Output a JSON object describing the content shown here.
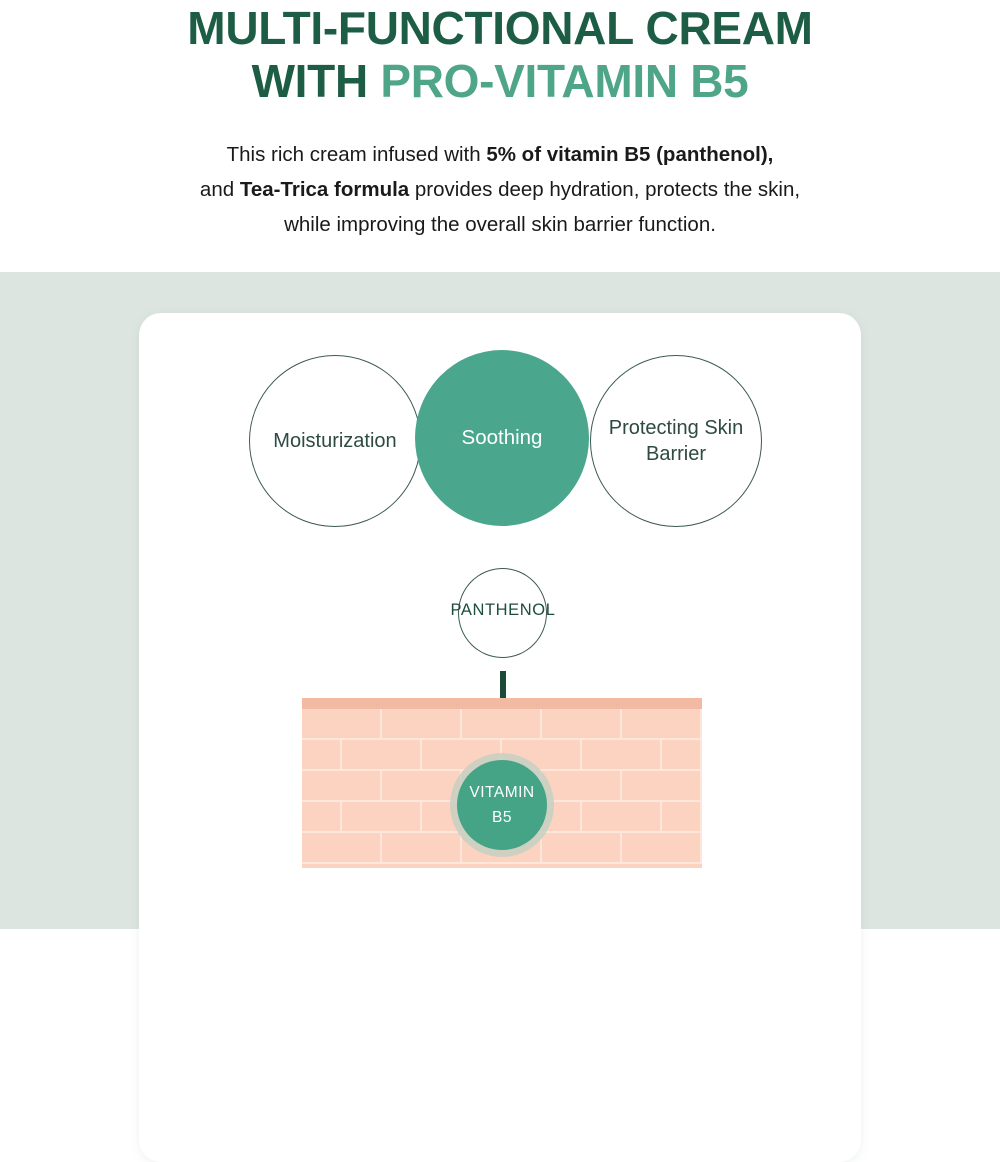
{
  "header": {
    "title_line1": "MULTI-FUNCTIONAL CREAM",
    "title_line2_prefix": "WITH ",
    "title_line2_accent": "PRO-VITAMIN B5",
    "subtitle_line1_a": "This rich cream infused with ",
    "subtitle_line1_bold": "5% of vitamin B5 (panthenol),",
    "subtitle_line2_a": "and ",
    "subtitle_line2_bold": "Tea-Trica formula",
    "subtitle_line2_b": " provides deep hydration, protects the skin,",
    "subtitle_line3": "while improving the overall skin barrier function."
  },
  "diagram": {
    "benefits": [
      {
        "label": "Moisturization",
        "style": "outline"
      },
      {
        "label": "Soothing",
        "style": "filled"
      },
      {
        "label": "Protecting Skin Barrier",
        "style": "outline"
      }
    ],
    "ingredient_label": "PANTHENOL",
    "absorbed_label_line1": "VITAMIN",
    "absorbed_label_line2": "B5",
    "arrow_direction": "down-arrow-icon"
  },
  "colors": {
    "dark_green": "#1d5c45",
    "mint_green": "#4fa588",
    "circle_fill": "#4aa68c",
    "stage_background": "#dde5e1",
    "card_background": "#ffffff",
    "skin_light": "#fcd3c0",
    "skin_top": "#f2b9a3",
    "brick_seam": "#ffe6da",
    "halo": "#c6cfc2",
    "body_text": "#1a1a1a",
    "outline_text": "#2e4a42"
  }
}
